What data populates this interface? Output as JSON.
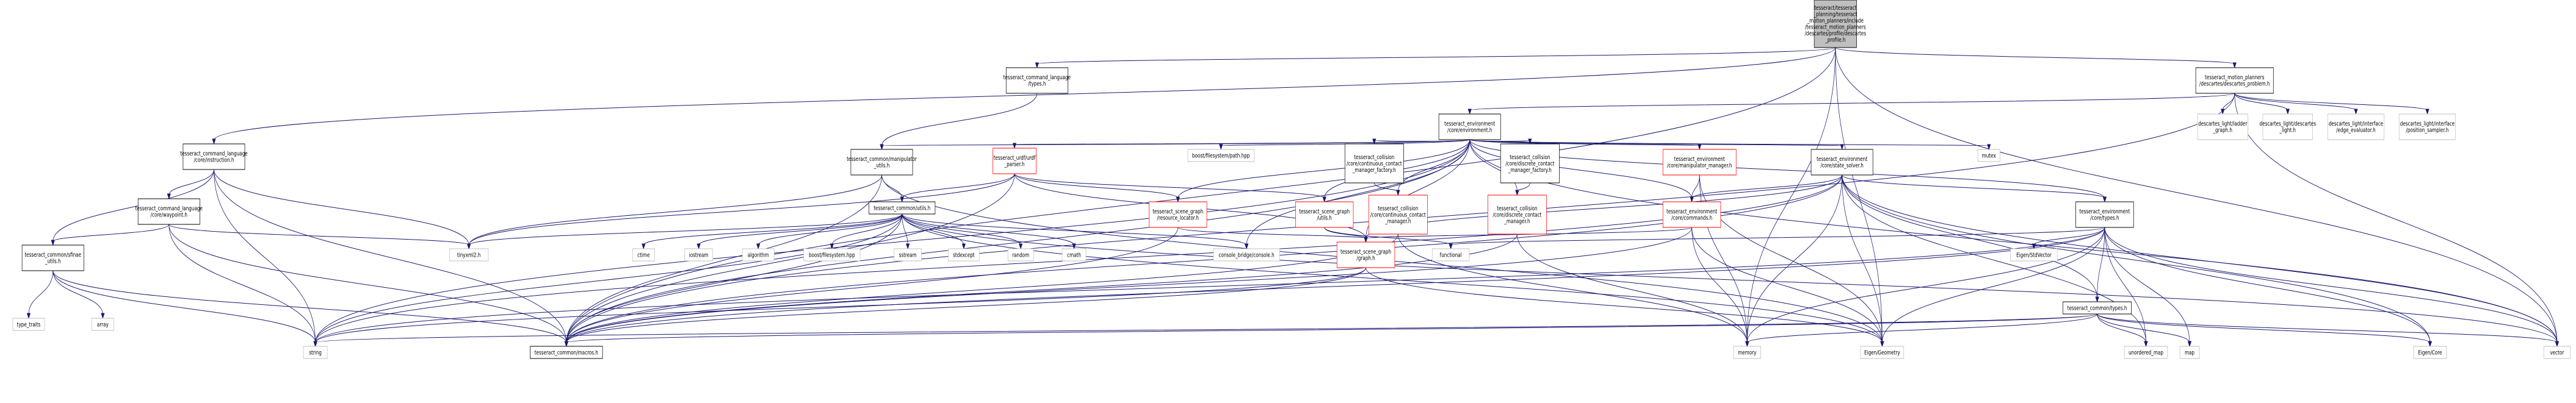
{
  "nodes": [
    {
      "id": "root",
      "lines": [
        "tesseract/tesseract",
        "_planning/tesseract",
        "_motion_planners/include",
        "/tesseract_motion_planners",
        "/descartes/profile/descartes",
        "_profile.h"
      ],
      "style": "root"
    },
    {
      "id": "cl_types",
      "lines": [
        "tesseract_command_language",
        "/types.h"
      ],
      "style": "black"
    },
    {
      "id": "descartes_problem",
      "lines": [
        "tesseract_motion_planners",
        "/descartes/descartes_problem.h"
      ],
      "style": "black"
    },
    {
      "id": "environment",
      "lines": [
        "tesseract_environment",
        "/core/environment.h"
      ],
      "style": "black"
    },
    {
      "id": "ladder_graph",
      "lines": [
        "descartes_light/ladder",
        "_graph.h"
      ],
      "style": "gray"
    },
    {
      "id": "descartes_light",
      "lines": [
        "descartes_light/descartes",
        "_light.h"
      ],
      "style": "gray"
    },
    {
      "id": "edge_evaluator",
      "lines": [
        "descartes_light/interface",
        "/edge_evaluator.h"
      ],
      "style": "gray"
    },
    {
      "id": "position_sampler",
      "lines": [
        "descartes_light/interface",
        "/position_sampler.h"
      ],
      "style": "gray"
    },
    {
      "id": "instruction",
      "lines": [
        "tesseract_command_language",
        "/core/instruction.h"
      ],
      "style": "black"
    },
    {
      "id": "manipulator_utils",
      "lines": [
        "tesseract_common/manipulator",
        "_utils.h"
      ],
      "style": "black"
    },
    {
      "id": "urdf_parser",
      "lines": [
        "tesseract_urdf/urdf",
        "_parser.h"
      ],
      "style": "red"
    },
    {
      "id": "boost_path",
      "lines": [
        "boost/filesystem/path.hpp"
      ],
      "style": "gray"
    },
    {
      "id": "cont_contact_factory",
      "lines": [
        "tesseract_collision",
        "/core/continuous_contact",
        "_manager_factory.h"
      ],
      "style": "black"
    },
    {
      "id": "disc_contact_factory",
      "lines": [
        "tesseract_collision",
        "/core/discrete_contact",
        "_manager_factory.h"
      ],
      "style": "black"
    },
    {
      "id": "manipulator_manager",
      "lines": [
        "tesseract_environment",
        "/core/manipulator_manager.h"
      ],
      "style": "red"
    },
    {
      "id": "state_solver",
      "lines": [
        "tesseract_environment",
        "/core/state_solver.h"
      ],
      "style": "black"
    },
    {
      "id": "mutex",
      "lines": [
        "mutex"
      ],
      "style": "gray"
    },
    {
      "id": "waypoint",
      "lines": [
        "tesseract_command_language",
        "/core/waypoint.h"
      ],
      "style": "black"
    },
    {
      "id": "common_utils",
      "lines": [
        "tesseract_common/utils.h"
      ],
      "style": "black"
    },
    {
      "id": "resource_locator",
      "lines": [
        "tesseract_scene_graph",
        "/resource_locator.h"
      ],
      "style": "red"
    },
    {
      "id": "sg_utils",
      "lines": [
        "tesseract_scene_graph",
        "/utils.h"
      ],
      "style": "red"
    },
    {
      "id": "cont_contact_manager",
      "lines": [
        "tesseract_collision",
        "/core/continuous_contact",
        "_manager.h"
      ],
      "style": "red"
    },
    {
      "id": "disc_contact_manager",
      "lines": [
        "tesseract_collision",
        "/core/discrete_contact",
        "_manager.h"
      ],
      "style": "red"
    },
    {
      "id": "commands",
      "lines": [
        "tesseract_environment",
        "/core/commands.h"
      ],
      "style": "red"
    },
    {
      "id": "env_types",
      "lines": [
        "tesseract_environment",
        "/core/types.h"
      ],
      "style": "black"
    },
    {
      "id": "sfinae_utils",
      "lines": [
        "tesseract_common/sfinae",
        "_utils.h"
      ],
      "style": "black"
    },
    {
      "id": "tinyxml2",
      "lines": [
        "tinyxml2.h"
      ],
      "style": "gray"
    },
    {
      "id": "ctime",
      "lines": [
        "ctime"
      ],
      "style": "gray"
    },
    {
      "id": "iostream",
      "lines": [
        "iostream"
      ],
      "style": "gray"
    },
    {
      "id": "algorithm",
      "lines": [
        "algorithm"
      ],
      "style": "gray"
    },
    {
      "id": "boost_filesystem",
      "lines": [
        "boost/filesystem.hpp"
      ],
      "style": "gray"
    },
    {
      "id": "sstream",
      "lines": [
        "sstream"
      ],
      "style": "gray"
    },
    {
      "id": "stdexcept",
      "lines": [
        "stdexcept"
      ],
      "style": "gray"
    },
    {
      "id": "random",
      "lines": [
        "random"
      ],
      "style": "gray"
    },
    {
      "id": "cmath",
      "lines": [
        "cmath"
      ],
      "style": "gray"
    },
    {
      "id": "console",
      "lines": [
        "console_bridge/console.h"
      ],
      "style": "gray"
    },
    {
      "id": "sg_graph",
      "lines": [
        "tesseract_scene_graph",
        "/graph.h"
      ],
      "style": "red"
    },
    {
      "id": "functional",
      "lines": [
        "functional"
      ],
      "style": "gray"
    },
    {
      "id": "eigen_stdvector",
      "lines": [
        "Eigen/StdVector"
      ],
      "style": "gray"
    },
    {
      "id": "common_types",
      "lines": [
        "tesseract_common/types.h"
      ],
      "style": "black"
    },
    {
      "id": "type_traits",
      "lines": [
        "type_traits"
      ],
      "style": "gray"
    },
    {
      "id": "array",
      "lines": [
        "array"
      ],
      "style": "gray"
    },
    {
      "id": "string",
      "lines": [
        "string"
      ],
      "style": "gray"
    },
    {
      "id": "macros",
      "lines": [
        "tesseract_common/macros.h"
      ],
      "style": "black"
    },
    {
      "id": "memory",
      "lines": [
        "memory"
      ],
      "style": "gray"
    },
    {
      "id": "eigen_geometry",
      "lines": [
        "Eigen/Geometry"
      ],
      "style": "gray"
    },
    {
      "id": "unordered_map",
      "lines": [
        "unordered_map"
      ],
      "style": "gray"
    },
    {
      "id": "map",
      "lines": [
        "map"
      ],
      "style": "gray"
    },
    {
      "id": "eigen_core",
      "lines": [
        "Eigen/Core"
      ],
      "style": "gray"
    },
    {
      "id": "vector",
      "lines": [
        "vector"
      ],
      "style": "gray"
    }
  ],
  "edges": [
    [
      "root",
      "cl_types"
    ],
    [
      "root",
      "descartes_problem"
    ],
    [
      "root",
      "instruction"
    ],
    [
      "root",
      "macros"
    ],
    [
      "root",
      "memory"
    ],
    [
      "root",
      "eigen_geometry"
    ],
    [
      "root",
      "vector"
    ],
    [
      "cl_types",
      "manipulator_utils"
    ],
    [
      "descartes_problem",
      "environment"
    ],
    [
      "descartes_problem",
      "ladder_graph"
    ],
    [
      "descartes_problem",
      "descartes_light"
    ],
    [
      "descartes_problem",
      "edge_evaluator"
    ],
    [
      "descartes_problem",
      "position_sampler"
    ],
    [
      "descartes_problem",
      "vector"
    ],
    [
      "descartes_problem",
      "macros"
    ],
    [
      "environment",
      "manipulator_utils"
    ],
    [
      "environment",
      "urdf_parser"
    ],
    [
      "environment",
      "boost_path"
    ],
    [
      "environment",
      "cont_contact_factory"
    ],
    [
      "environment",
      "disc_contact_factory"
    ],
    [
      "environment",
      "manipulator_manager"
    ],
    [
      "environment",
      "state_solver"
    ],
    [
      "environment",
      "mutex"
    ],
    [
      "environment",
      "commands"
    ],
    [
      "environment",
      "sg_graph"
    ],
    [
      "environment",
      "env_types"
    ],
    [
      "environment",
      "vector"
    ],
    [
      "environment",
      "macros"
    ],
    [
      "environment",
      "string"
    ],
    [
      "environment",
      "resource_locator"
    ],
    [
      "environment",
      "sg_utils"
    ],
    [
      "environment",
      "cont_contact_manager"
    ],
    [
      "environment",
      "disc_contact_manager"
    ],
    [
      "environment",
      "console"
    ],
    [
      "instruction",
      "waypoint"
    ],
    [
      "instruction",
      "sfinae_utils"
    ],
    [
      "instruction",
      "tinyxml2"
    ],
    [
      "instruction",
      "macros"
    ],
    [
      "instruction",
      "string"
    ],
    [
      "manipulator_utils",
      "common_utils"
    ],
    [
      "manipulator_utils",
      "tinyxml2"
    ],
    [
      "manipulator_utils",
      "macros"
    ],
    [
      "manipulator_utils",
      "eigen_geometry"
    ],
    [
      "urdf_parser",
      "common_utils"
    ],
    [
      "urdf_parser",
      "resource_locator"
    ],
    [
      "urdf_parser",
      "sg_utils"
    ],
    [
      "urdf_parser",
      "tinyxml2"
    ],
    [
      "urdf_parser",
      "macros"
    ],
    [
      "urdf_parser",
      "sg_graph"
    ],
    [
      "cont_contact_factory",
      "cont_contact_manager"
    ],
    [
      "disc_contact_factory",
      "disc_contact_manager"
    ],
    [
      "manipulator_manager",
      "commands"
    ],
    [
      "manipulator_manager",
      "memory"
    ],
    [
      "manipulator_manager",
      "eigen_geometry"
    ],
    [
      "state_solver",
      "commands"
    ],
    [
      "state_solver",
      "env_types"
    ],
    [
      "state_solver",
      "sg_graph"
    ],
    [
      "state_solver",
      "memory"
    ],
    [
      "state_solver",
      "eigen_geometry"
    ],
    [
      "state_solver",
      "unordered_map"
    ],
    [
      "state_solver",
      "vector"
    ],
    [
      "state_solver",
      "common_types"
    ],
    [
      "state_solver",
      "string"
    ],
    [
      "state_solver",
      "eigen_core"
    ],
    [
      "state_solver",
      "macros"
    ],
    [
      "waypoint",
      "sfinae_utils"
    ],
    [
      "waypoint",
      "tinyxml2"
    ],
    [
      "waypoint",
      "macros"
    ],
    [
      "waypoint",
      "string"
    ],
    [
      "common_utils",
      "ctime"
    ],
    [
      "common_utils",
      "iostream"
    ],
    [
      "common_utils",
      "algorithm"
    ],
    [
      "common_utils",
      "boost_filesystem"
    ],
    [
      "common_utils",
      "sstream"
    ],
    [
      "common_utils",
      "stdexcept"
    ],
    [
      "common_utils",
      "random"
    ],
    [
      "common_utils",
      "cmath"
    ],
    [
      "common_utils",
      "console"
    ],
    [
      "common_utils",
      "eigen_geometry"
    ],
    [
      "common_utils",
      "tinyxml2"
    ],
    [
      "common_utils",
      "string"
    ],
    [
      "common_utils",
      "macros"
    ],
    [
      "common_utils",
      "vector"
    ],
    [
      "resource_locator",
      "sg_graph"
    ],
    [
      "resource_locator",
      "macros"
    ],
    [
      "sg_utils",
      "sg_graph"
    ],
    [
      "sg_utils",
      "functional"
    ],
    [
      "cont_contact_manager",
      "macros"
    ],
    [
      "cont_contact_manager",
      "memory"
    ],
    [
      "disc_contact_manager",
      "macros"
    ],
    [
      "disc_contact_manager",
      "memory"
    ],
    [
      "commands",
      "sg_graph"
    ],
    [
      "commands",
      "macros"
    ],
    [
      "commands",
      "memory"
    ],
    [
      "commands",
      "eigen_geometry"
    ],
    [
      "env_types",
      "functional"
    ],
    [
      "env_types",
      "eigen_stdvector"
    ],
    [
      "env_types",
      "common_types"
    ],
    [
      "env_types",
      "macros"
    ],
    [
      "env_types",
      "memory"
    ],
    [
      "env_types",
      "unordered_map"
    ],
    [
      "env_types",
      "map"
    ],
    [
      "env_types",
      "eigen_core"
    ],
    [
      "env_types",
      "vector"
    ],
    [
      "env_types",
      "string"
    ],
    [
      "env_types",
      "eigen_geometry"
    ],
    [
      "sg_graph",
      "string"
    ],
    [
      "sg_graph",
      "macros"
    ],
    [
      "sg_graph",
      "eigen_geometry"
    ],
    [
      "common_types",
      "macros"
    ],
    [
      "common_types",
      "memory"
    ],
    [
      "common_types",
      "unordered_map"
    ],
    [
      "common_types",
      "map"
    ],
    [
      "common_types",
      "eigen_core"
    ],
    [
      "common_types",
      "vector"
    ],
    [
      "common_types",
      "string"
    ],
    [
      "sfinae_utils",
      "type_traits"
    ],
    [
      "sfinae_utils",
      "array"
    ],
    [
      "sfinae_utils",
      "string"
    ],
    [
      "sfinae_utils",
      "macros"
    ]
  ]
}
